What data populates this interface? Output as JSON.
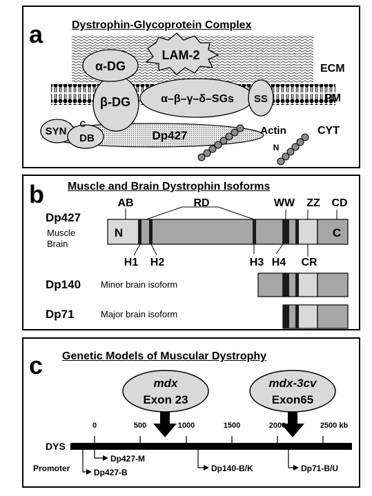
{
  "panel_a": {
    "letter": "a",
    "title": "Dystrophin-Glycoprotein Complex",
    "labels": {
      "alpha_dg": "α-DG",
      "lam2": "LAM-2",
      "beta_dg": "β-DG",
      "sgs": "α–β–γ–δ–SGs",
      "ss": "SS",
      "syn": "SYN",
      "c": "C",
      "db": "DB",
      "dp427": "Dp427",
      "actin": "Actin",
      "n": "N",
      "ecm": "ECM",
      "pm": "PM",
      "cyt": "CYT"
    }
  },
  "panel_b": {
    "letter": "b",
    "title": "Muscle and Brain Dystrophin Isoforms",
    "domain_labels": {
      "ab": "AB",
      "rd": "RD",
      "ww": "WW",
      "zz": "ZZ",
      "cd": "CD",
      "h1": "H1",
      "h2": "H2",
      "h3": "H3",
      "h4": "H4",
      "cr": "CR"
    },
    "isoforms": [
      {
        "name": "Dp427",
        "desc_line1": "Muscle",
        "desc_line2": "Brain",
        "n": "N",
        "c": "C"
      },
      {
        "name": "Dp140",
        "desc": "Minor brain isoform"
      },
      {
        "name": "Dp71",
        "desc": "Major brain isoform"
      }
    ]
  },
  "panel_c": {
    "letter": "c",
    "title": "Genetic Models of Muscular Dystrophy",
    "models": [
      {
        "name": "mdx",
        "exon": "Exon 23"
      },
      {
        "name": "mdx-3cv",
        "exon": "Exon65"
      }
    ],
    "ticks": [
      "0",
      "500",
      "1000",
      "1500",
      "2000",
      "2500 kb"
    ],
    "gene_label": "DYS",
    "promoters": [
      "Dp427-M",
      "Dp427-B",
      "Dp140-B/K",
      "Dp71-B/U"
    ],
    "promoter_label": "Promoter"
  },
  "colors": {
    "light_gray": "#d9d9d9",
    "mid_gray": "#a6a6a6",
    "dark": "#1a1a1a",
    "bead": "#8c8c8c"
  }
}
